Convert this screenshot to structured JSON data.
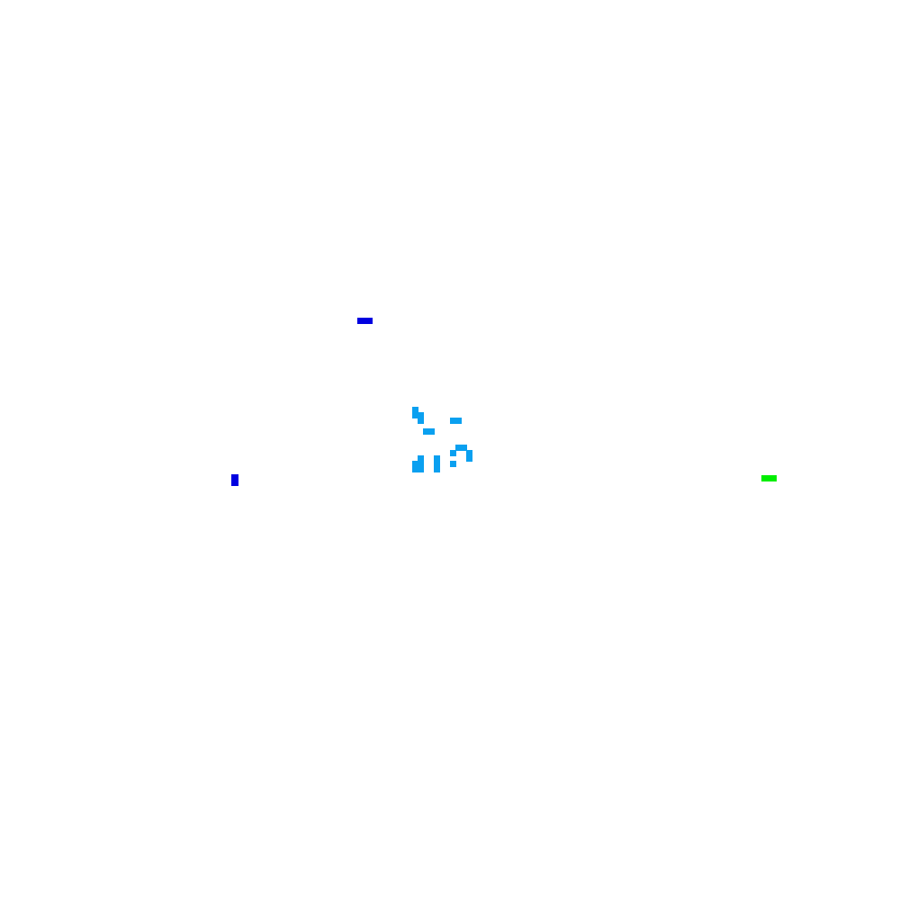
{
  "colors": {
    "background": "#ffffff",
    "cluster": "#0aa0f0",
    "blue_piece": "#0000e0",
    "green_piece": "#00ee00"
  },
  "board": {
    "grid_cols": 166,
    "grid_rows": 166,
    "cluster_cells": [
      [
        76,
        75
      ],
      [
        76,
        76
      ],
      [
        77,
        76
      ],
      [
        77,
        77
      ],
      [
        83,
        77
      ],
      [
        84,
        77
      ],
      [
        79,
        79
      ],
      [
        78,
        79
      ],
      [
        84,
        82
      ],
      [
        85,
        82
      ],
      [
        83,
        83
      ],
      [
        86,
        83
      ],
      [
        86,
        84
      ],
      [
        77,
        84
      ],
      [
        77,
        85
      ],
      [
        76,
        85
      ],
      [
        76,
        86
      ],
      [
        77,
        86
      ],
      [
        80,
        84
      ],
      [
        80,
        85
      ],
      [
        80,
        86
      ],
      [
        83,
        85
      ]
    ]
  },
  "pieces": [
    {
      "id": "top",
      "color": "blue_piece"
    },
    {
      "id": "left",
      "color": "blue_piece"
    },
    {
      "id": "right",
      "color": "green_piece"
    }
  ]
}
